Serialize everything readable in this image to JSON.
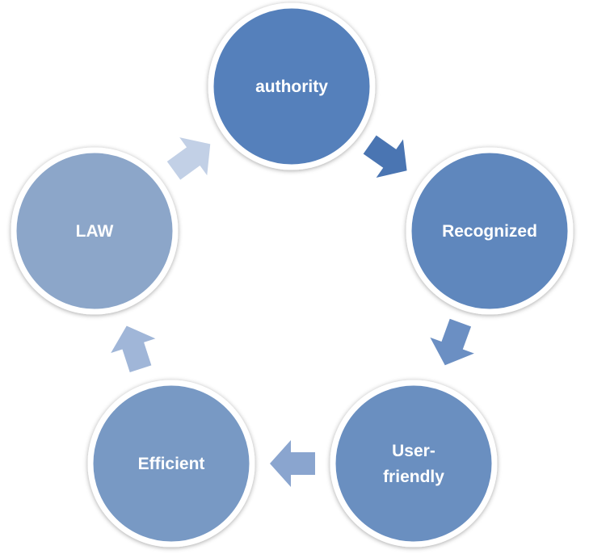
{
  "diagram": {
    "type": "cycle",
    "nodes": [
      {
        "id": "authority",
        "lines": [
          "authority"
        ],
        "color": "#5580bb"
      },
      {
        "id": "recognized",
        "lines": [
          "Recognized"
        ],
        "color": "#5f87bd"
      },
      {
        "id": "user-friendly",
        "lines": [
          "User-",
          "friendly"
        ],
        "color": "#6b8fc0"
      },
      {
        "id": "efficient",
        "lines": [
          "Efficient"
        ],
        "color": "#7899c4"
      },
      {
        "id": "law",
        "lines": [
          "LAW"
        ],
        "color": "#8ca6c9"
      }
    ],
    "arrows": [
      {
        "from": "authority",
        "to": "recognized",
        "color": "#4a75b2"
      },
      {
        "from": "recognized",
        "to": "user-friendly",
        "color": "#6b8fc3"
      },
      {
        "from": "user-friendly",
        "to": "efficient",
        "color": "#8aa5cf"
      },
      {
        "from": "efficient",
        "to": "law",
        "color": "#a0b6d8"
      },
      {
        "from": "law",
        "to": "authority",
        "color": "#c2d0e6"
      }
    ],
    "colors": {
      "node_border": "#ffffff",
      "label_text": "#ffffff"
    }
  }
}
